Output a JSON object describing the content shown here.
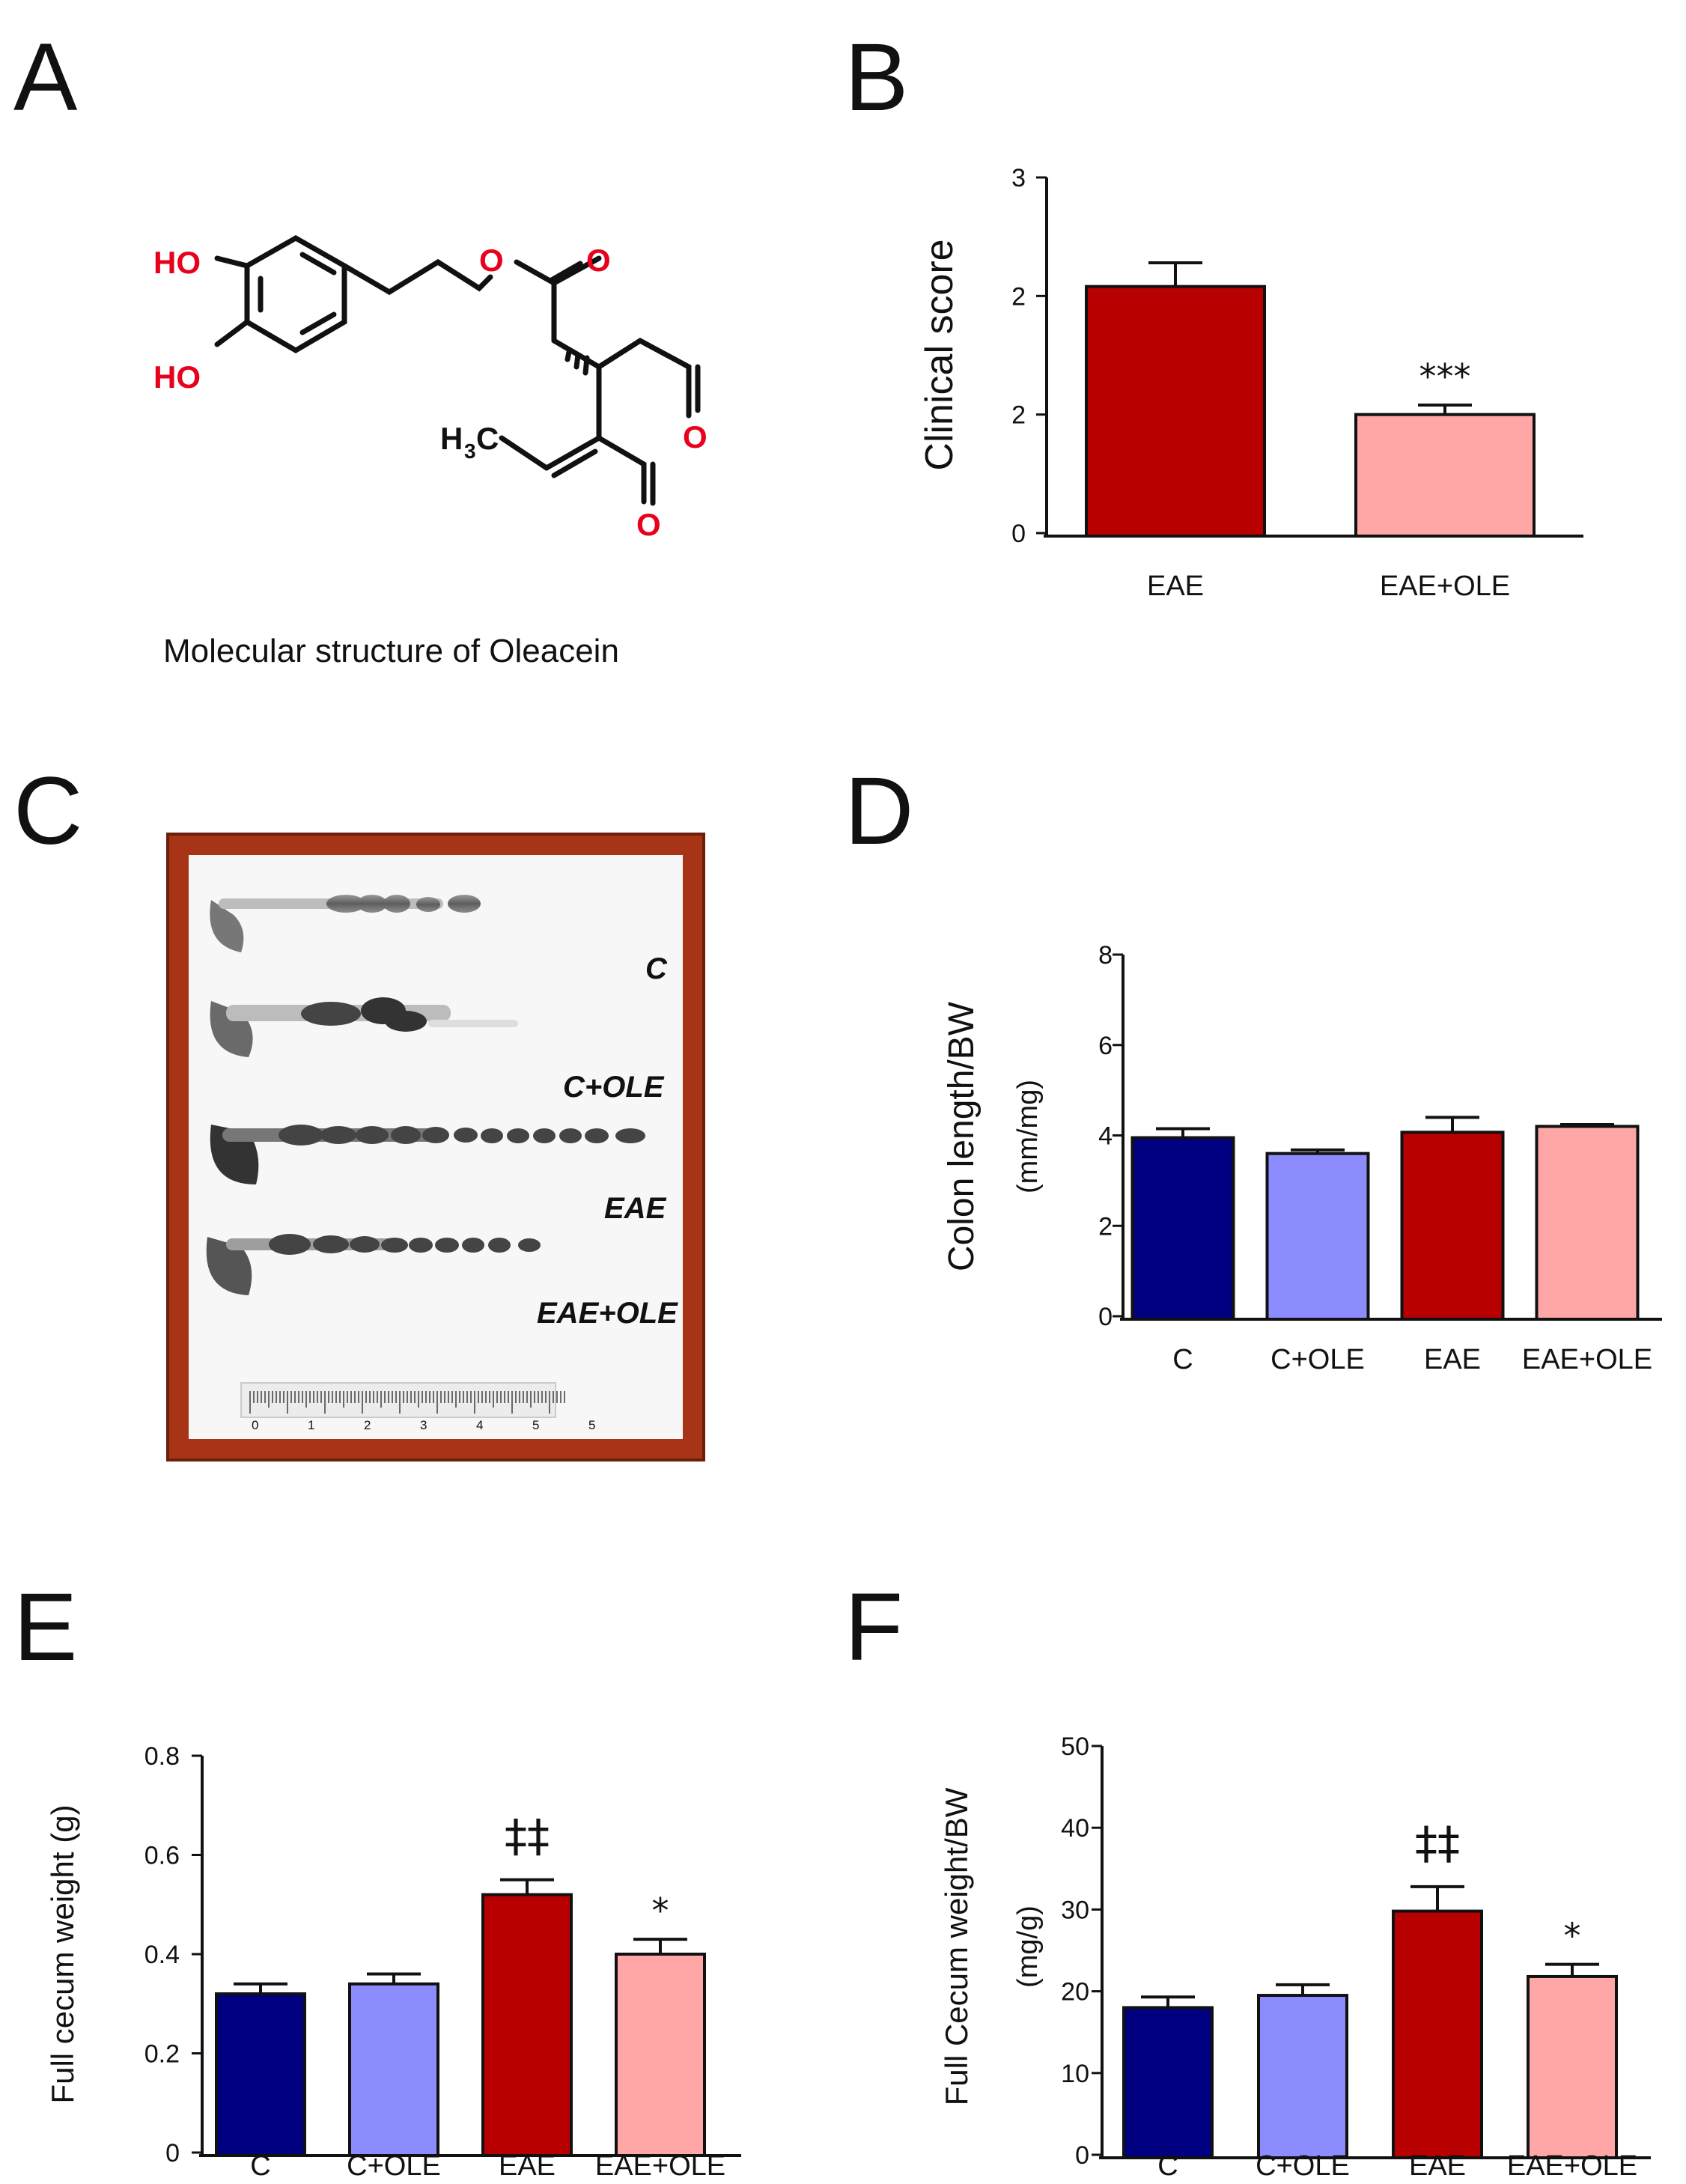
{
  "panels": {
    "a": {
      "letter": "A",
      "caption": "Molecular structure of Oleacein",
      "atoms": {
        "ho1": "HO",
        "ho2": "HO",
        "o_ester": "O",
        "o_carbonyl": "O",
        "o_ald1": "O",
        "o_ald2": "O",
        "ch3": "H",
        "ch3_c": "C",
        "ch3_sub": "3"
      }
    },
    "b": {
      "letter": "B"
    },
    "c": {
      "letter": "C",
      "photo_labels": [
        "C",
        "C+OLE",
        "EAE",
        "EAE+OLE"
      ],
      "ruler_ticks": [
        "0",
        "1",
        "2",
        "3",
        "4",
        "5",
        "5"
      ]
    },
    "d": {
      "letter": "D"
    },
    "e": {
      "letter": "E"
    },
    "f": {
      "letter": "F"
    }
  },
  "colors": {
    "navy": "#000080",
    "periwinkle": "#8c8cff",
    "darkred": "#b80000",
    "pink": "#ffa6a6",
    "frame": "#a83418",
    "hetero": "#e8001c"
  },
  "chart_data": [
    {
      "id": "b",
      "type": "bar",
      "categories": [
        "EAE",
        "EAE+OLE"
      ],
      "values": [
        2.08,
        1.0
      ],
      "errors": [
        0.2,
        0.08
      ],
      "colors": [
        "#b80000",
        "#ffa6a6"
      ],
      "ylabel": "Clinical score",
      "ylabel2": "",
      "ylim": [
        0,
        3
      ],
      "ticks": [
        {
          "v": 0,
          "label": "0"
        },
        {
          "v": 1,
          "label": "2"
        },
        {
          "v": 2,
          "label": "2"
        },
        {
          "v": 3,
          "label": "3"
        }
      ],
      "annotations": [
        "",
        "***"
      ],
      "grid": false
    },
    {
      "id": "d",
      "type": "bar",
      "categories": [
        "C",
        "C+OLE",
        "EAE",
        "EAE+OLE"
      ],
      "values": [
        3.95,
        3.6,
        4.07,
        4.2
      ],
      "errors": [
        0.2,
        0.08,
        0.33,
        0.04
      ],
      "colors": [
        "#000080",
        "#8c8cff",
        "#b80000",
        "#ffa6a6"
      ],
      "ylabel": "Colon length/BW",
      "ylabel2": "(mm/mg)",
      "ylim": [
        0,
        8
      ],
      "ticks": [
        {
          "v": 0,
          "label": "0"
        },
        {
          "v": 2,
          "label": "2"
        },
        {
          "v": 4,
          "label": "4"
        },
        {
          "v": 6,
          "label": "6"
        },
        {
          "v": 8,
          "label": "8"
        }
      ],
      "annotations": [
        "",
        "",
        "",
        ""
      ],
      "grid": false
    },
    {
      "id": "e",
      "type": "bar",
      "categories": [
        "C",
        "C+OLE",
        "EAE",
        "EAE+OLE"
      ],
      "values": [
        0.32,
        0.34,
        0.52,
        0.4
      ],
      "errors": [
        0.02,
        0.02,
        0.03,
        0.03
      ],
      "colors": [
        "#000080",
        "#8c8cff",
        "#b80000",
        "#ffa6a6"
      ],
      "ylabel": "Full cecum weight (g)",
      "ylabel2": "",
      "ylim": [
        0,
        0.8
      ],
      "ticks": [
        {
          "v": 0,
          "label": "0"
        },
        {
          "v": 0.2,
          "label": "0.2"
        },
        {
          "v": 0.4,
          "label": "0.4"
        },
        {
          "v": 0.6,
          "label": "0.6"
        },
        {
          "v": 0.8,
          "label": "0.8"
        }
      ],
      "annotations": [
        "",
        "",
        "‡‡",
        "*"
      ],
      "grid": false
    },
    {
      "id": "f",
      "type": "bar",
      "categories": [
        "C",
        "C+OLE",
        "EAE",
        "EAE+OLE"
      ],
      "values": [
        18,
        19.5,
        29.8,
        21.8
      ],
      "errors": [
        1.3,
        1.3,
        3.0,
        1.5
      ],
      "colors": [
        "#000080",
        "#8c8cff",
        "#b80000",
        "#ffa6a6"
      ],
      "ylabel": "Full Cecum weight/BW",
      "ylabel2": "(mg/g)",
      "ylim": [
        0,
        50
      ],
      "ticks": [
        {
          "v": 0,
          "label": "0"
        },
        {
          "v": 10,
          "label": "10"
        },
        {
          "v": 20,
          "label": "20"
        },
        {
          "v": 30,
          "label": "30"
        },
        {
          "v": 40,
          "label": "40"
        },
        {
          "v": 50,
          "label": "50"
        }
      ],
      "annotations": [
        "",
        "",
        "‡‡",
        "*"
      ],
      "grid": false
    }
  ]
}
